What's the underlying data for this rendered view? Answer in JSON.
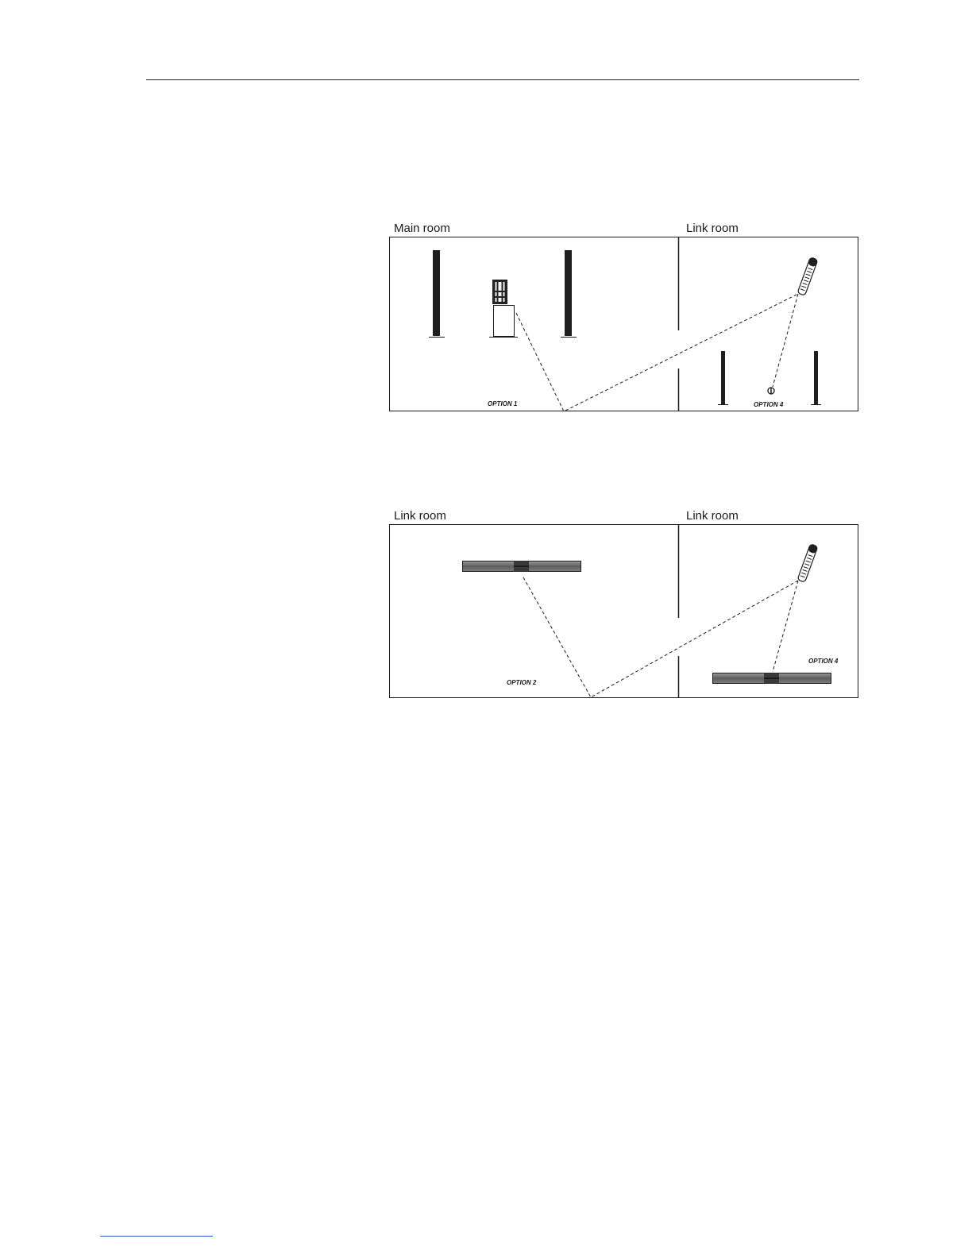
{
  "diagram_1": {
    "left_label": "Main room",
    "right_label": "Link room",
    "left_option": "OPTION 1",
    "right_option": "OPTION 4"
  },
  "diagram_2": {
    "left_label": "Link room",
    "right_label": "Link room",
    "left_option": "OPTION 2",
    "right_option": "OPTION 4"
  },
  "icons": [
    "floor-speaker-icon",
    "tv-on-stand-icon",
    "remote-control-icon",
    "ir-receiver-icon",
    "soundbar-icon"
  ],
  "colors": {
    "line": "#1a1a1a",
    "soundbar": "#6e6e6e",
    "page": "#ffffff"
  }
}
